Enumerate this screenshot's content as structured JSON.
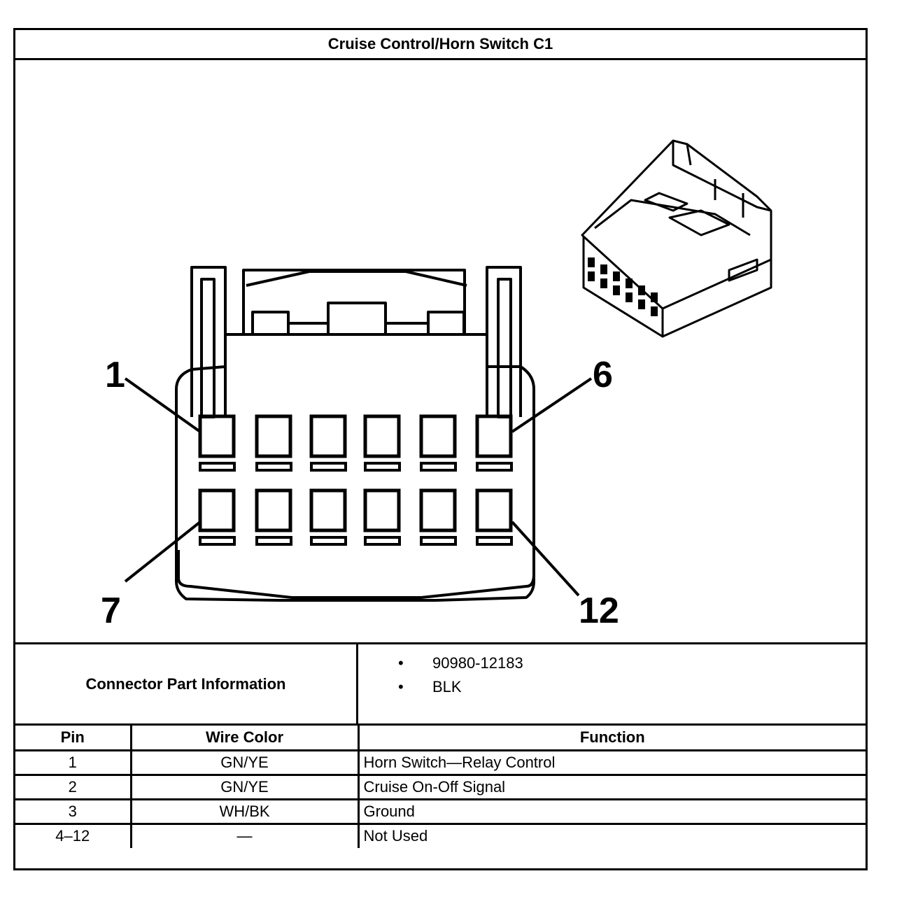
{
  "title": "Cruise Control/Horn Switch C1",
  "diagram": {
    "pin_labels": {
      "top_left": "1",
      "top_right": "6",
      "bottom_left": "7",
      "bottom_right": "12"
    }
  },
  "connector_info": {
    "label": "Connector Part Information",
    "items": [
      "90980-12183",
      "BLK"
    ]
  },
  "pin_table": {
    "headers": {
      "pin": "Pin",
      "wire_color": "Wire Color",
      "function": "Function"
    },
    "rows": [
      {
        "pin": "1",
        "wire_color": "GN/YE",
        "function": "Horn Switch—Relay Control"
      },
      {
        "pin": "2",
        "wire_color": "GN/YE",
        "function": "Cruise On-Off Signal"
      },
      {
        "pin": "3",
        "wire_color": "WH/BK",
        "function": "Ground"
      },
      {
        "pin": "4–12",
        "wire_color": "—",
        "function": "Not Used"
      }
    ]
  }
}
